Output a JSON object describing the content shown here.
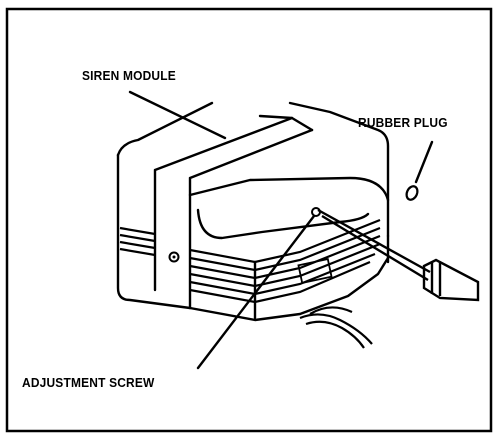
{
  "diagram": {
    "labels": {
      "siren_module": "SIREN MODULE",
      "rubber_plug": "RUBBER PLUG",
      "adjustment_screw": "ADJUSTMENT SCREW"
    },
    "colors": {
      "ink": "#000000",
      "paper": "#ffffff"
    }
  }
}
